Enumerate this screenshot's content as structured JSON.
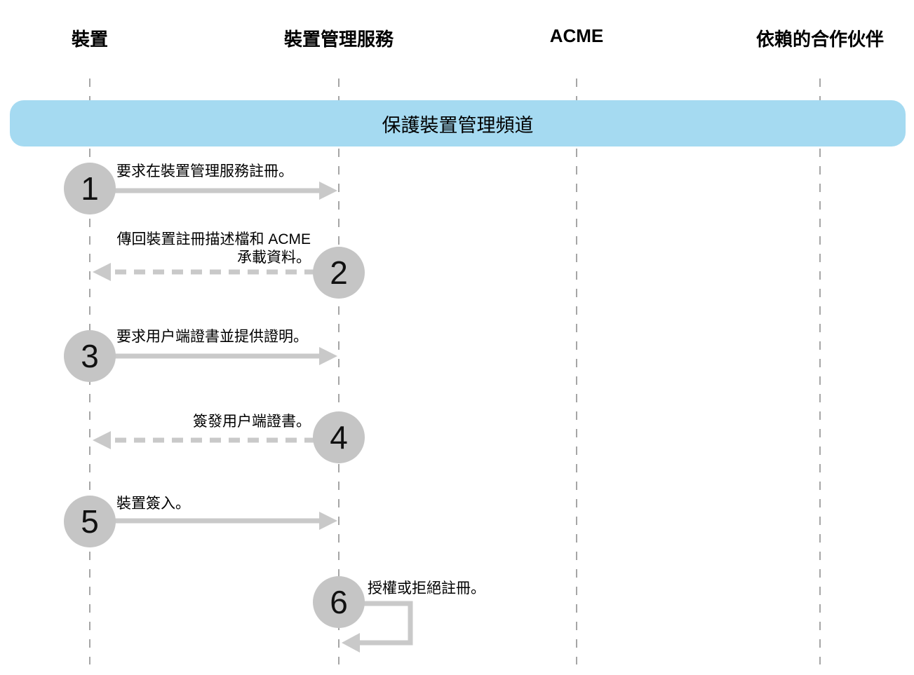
{
  "diagram": {
    "type": "sequence-diagram",
    "actors": [
      {
        "id": "device",
        "label": "裝置"
      },
      {
        "id": "device-management-service",
        "label": "裝置管理服務"
      },
      {
        "id": "acme",
        "label": "ACME"
      },
      {
        "id": "relying-partner",
        "label": "依賴的合作伙伴"
      }
    ],
    "banner": {
      "label": "保護裝置管理頻道",
      "bg_color": "#a5daf1"
    },
    "steps": [
      {
        "number": "1",
        "label": "要求在裝置管理服務註冊。",
        "from": "裝置",
        "to": "裝置管理服務",
        "line_style": "solid"
      },
      {
        "number": "2",
        "label": "傳回裝置註冊描述檔和 ACME 承載資料。",
        "label_line1": "傳回裝置註冊描述檔和 ACME",
        "label_line2": "承載資料。",
        "from": "裝置管理服務",
        "to": "裝置",
        "line_style": "dashed"
      },
      {
        "number": "3",
        "label": "要求用户端證書並提供證明。",
        "from": "裝置",
        "to": "裝置管理服務",
        "line_style": "solid"
      },
      {
        "number": "4",
        "label": "簽發用户端證書。",
        "from": "裝置管理服務",
        "to": "裝置",
        "line_style": "dashed"
      },
      {
        "number": "5",
        "label": "裝置簽入。",
        "from": "裝置",
        "to": "裝置管理服務",
        "line_style": "solid"
      },
      {
        "number": "6",
        "label": "授權或拒絕註冊。",
        "from": "裝置管理服務",
        "to": "裝置管理服務",
        "line_style": "self-loop"
      }
    ],
    "colors": {
      "banner_bg": "#a5daf1",
      "circle_fill": "#c5c5c5",
      "arrow_gray": "#c9c9c9",
      "lifeline_gray": "#a6a6a6",
      "text": "#000000",
      "background": "#ffffff"
    }
  }
}
